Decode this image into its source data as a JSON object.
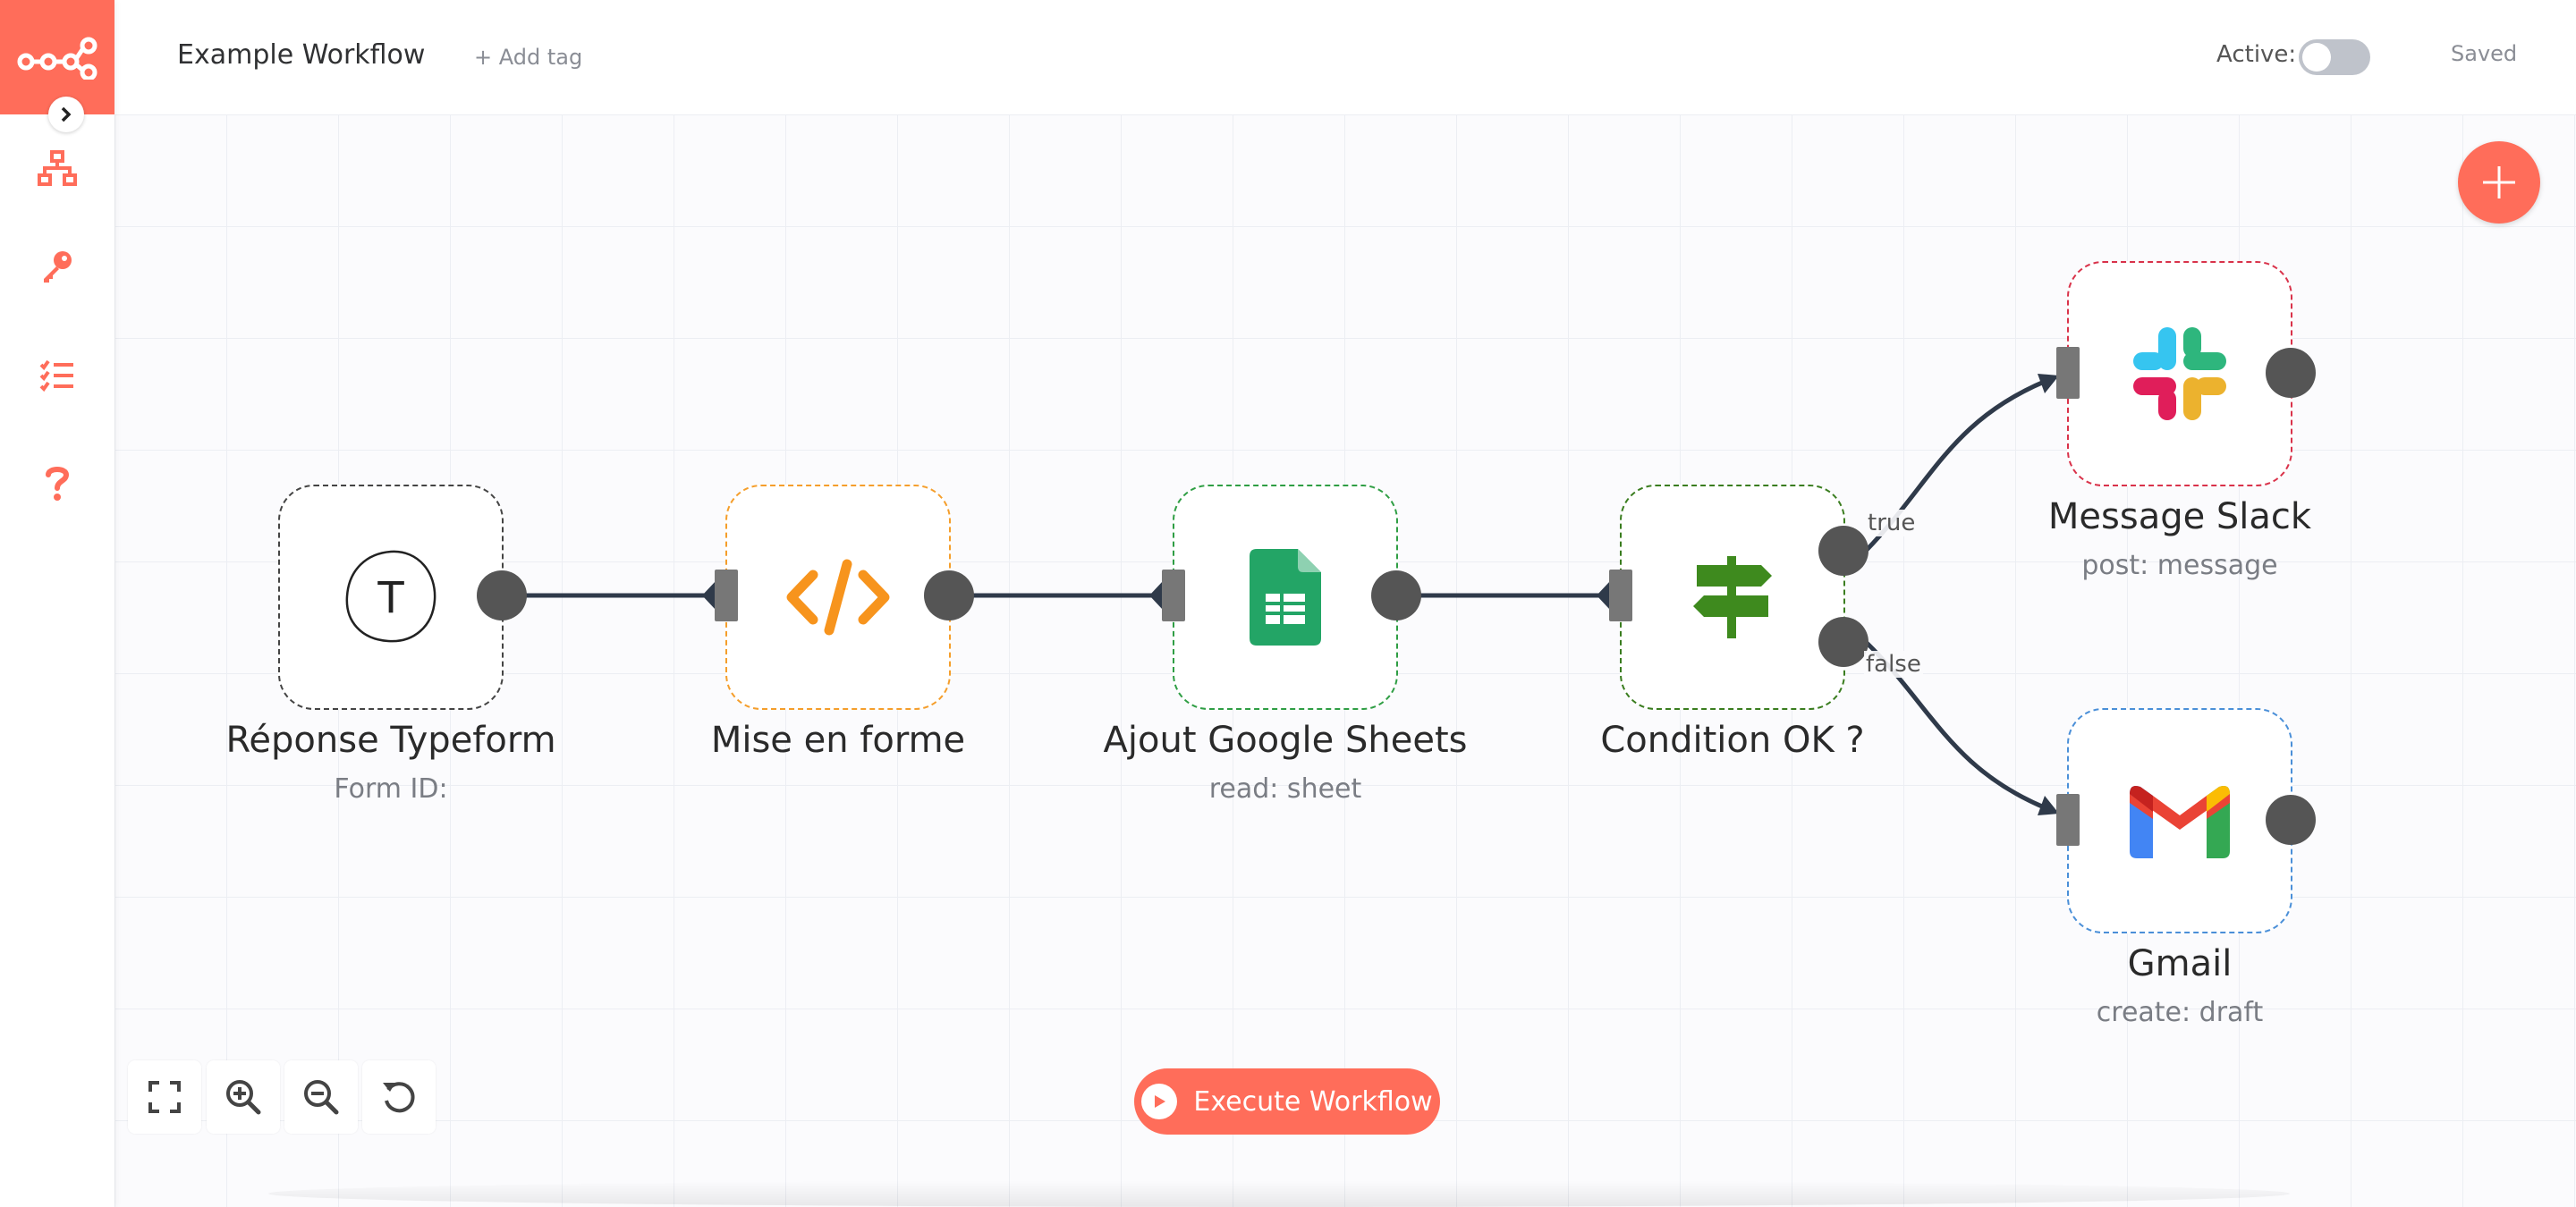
{
  "header": {
    "workflow_title": "Example Workflow",
    "add_tag_label": "+ Add tag",
    "active_label": "Active:",
    "active_state": false,
    "saved_label": "Saved"
  },
  "sidebar": {
    "icons": [
      "workflow-icon",
      "key-icon",
      "executions-list-icon",
      "help-icon"
    ],
    "accent_color": "#ff6d5a"
  },
  "nodes": [
    {
      "label": "Réponse Typeform",
      "subtitle": "Form ID:",
      "icon": "typeform-icon",
      "border_color": "#444444"
    },
    {
      "label": "Mise en forme",
      "subtitle": "",
      "icon": "code-icon",
      "border_color": "#f59e2b"
    },
    {
      "label": "Ajout Google Sheets",
      "subtitle": "read: sheet",
      "icon": "google-sheets-icon",
      "border_color": "#2f9e44"
    },
    {
      "label": "Condition OK ?",
      "subtitle": "",
      "icon": "signpost-icon",
      "border_color": "#3a7d1f"
    },
    {
      "label": "Message Slack",
      "subtitle": "post: message",
      "icon": "slack-icon",
      "border_color": "#d9324a"
    },
    {
      "label": "Gmail",
      "subtitle": "create: draft",
      "icon": "gmail-icon",
      "border_color": "#4a8fd8"
    }
  ],
  "branches": {
    "true_label": "true",
    "false_label": "false"
  },
  "controls": {
    "zoom_to_fit": "fit-screen-icon",
    "zoom_in": "zoom-in-icon",
    "zoom_out": "zoom-out-icon",
    "reset": "reset-icon"
  },
  "execute_label": "Execute Workflow"
}
